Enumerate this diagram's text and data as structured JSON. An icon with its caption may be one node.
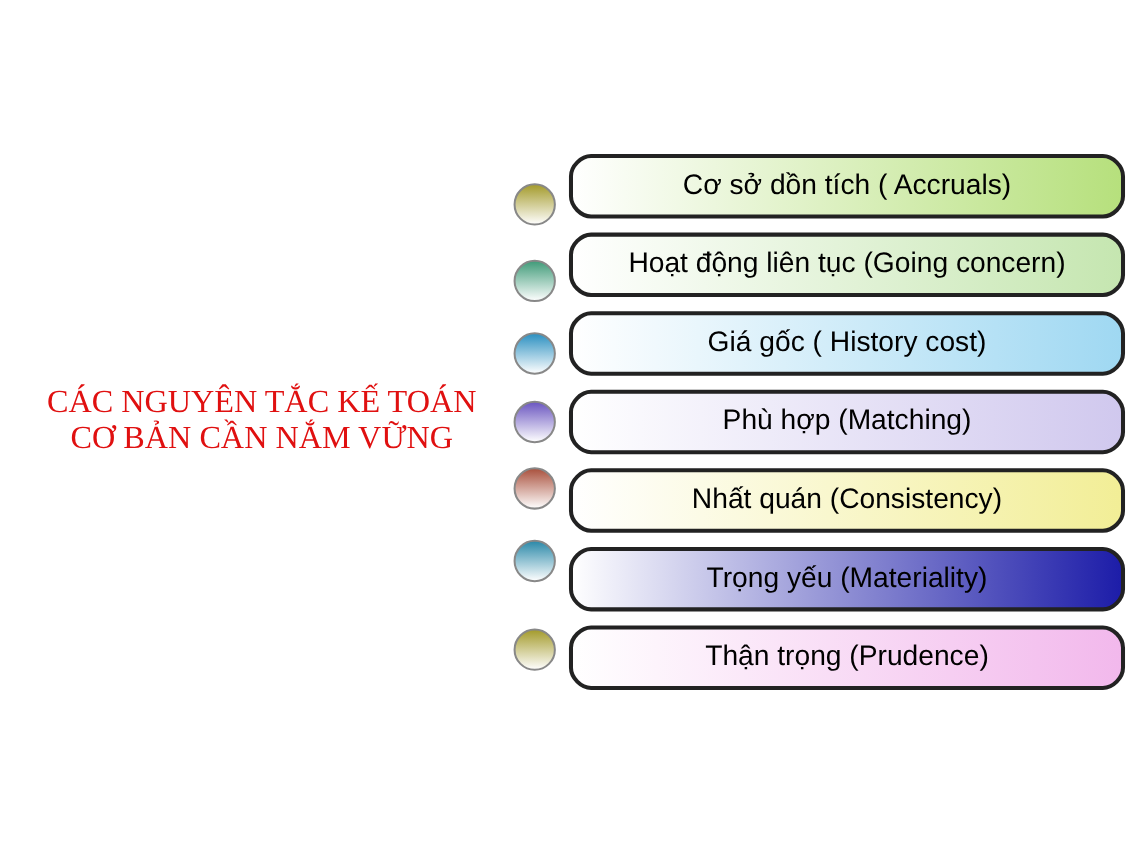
{
  "diagram": {
    "nodes": [
      {
        "text": [],
        "shape": "circle"
      },
      {
        "text": [
          "Cơ sở dồn tích ( Accruals)"
        ]
      },
      {
        "text": [],
        "shape": "circle"
      },
      {
        "text": [
          "Hoạt động liên tục (Going concern)"
        ]
      },
      {
        "text": [],
        "shape": "circle"
      },
      {
        "text": [
          "Giá gốc ( History cost)"
        ]
      },
      {
        "text": [],
        "shape": "circle"
      },
      {
        "text": [
          "Phù hợp (Matching)"
        ]
      },
      {
        "text": [],
        "shape": "circle"
      },
      {
        "text": [
          "Nhất quán (Consistency)"
        ]
      },
      {
        "text": [],
        "shape": "circle"
      },
      {
        "text": [
          "Trọng yếu (Materiality)"
        ]
      },
      {
        "text": [],
        "shape": "circle"
      },
      {
        "text": [
          "Thận trọng (Prudence)"
        ]
      }
    ],
    "edges": [],
    "labels": [
      "CÁC NGUYÊN TẮC KẾ TOÁN  CƠ BẢN CẦN NẮM VỮNG"
    ]
  }
}
